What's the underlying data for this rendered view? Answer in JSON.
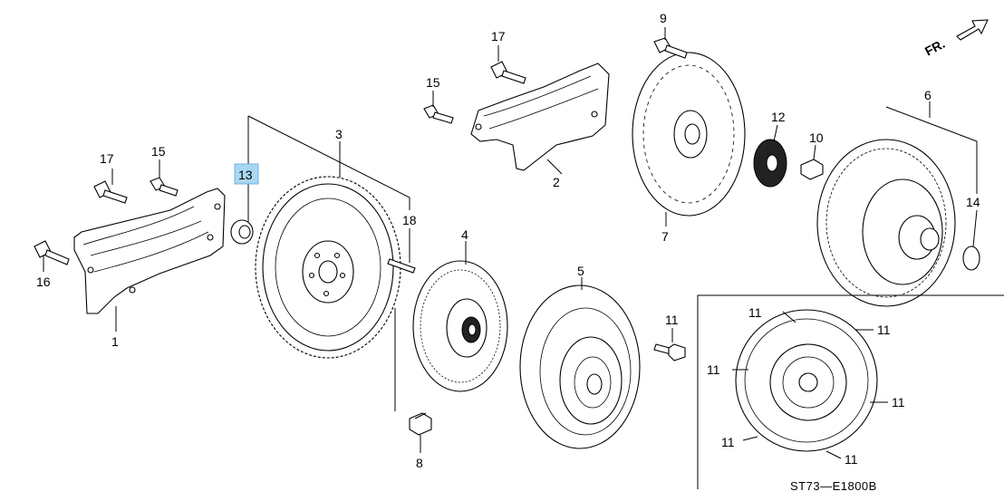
{
  "diagram": {
    "direction_label": "FR.",
    "drawing_code": "ST73—E1800B",
    "highlighted_part": "13",
    "callouts": [
      {
        "id": "c1",
        "label": "1"
      },
      {
        "id": "c2",
        "label": "2"
      },
      {
        "id": "c3",
        "label": "3"
      },
      {
        "id": "c4",
        "label": "4"
      },
      {
        "id": "c5",
        "label": "5"
      },
      {
        "id": "c6",
        "label": "6"
      },
      {
        "id": "c7",
        "label": "7"
      },
      {
        "id": "c8",
        "label": "8"
      },
      {
        "id": "c9",
        "label": "9"
      },
      {
        "id": "c10",
        "label": "10"
      },
      {
        "id": "c11a",
        "label": "11"
      },
      {
        "id": "c12",
        "label": "12"
      },
      {
        "id": "c13",
        "label": "13"
      },
      {
        "id": "c14",
        "label": "14"
      },
      {
        "id": "c15a",
        "label": "15"
      },
      {
        "id": "c15b",
        "label": "15"
      },
      {
        "id": "c16",
        "label": "16"
      },
      {
        "id": "c17a",
        "label": "17"
      },
      {
        "id": "c17b",
        "label": "17"
      },
      {
        "id": "c18",
        "label": "18"
      },
      {
        "id": "i11a",
        "label": "11"
      },
      {
        "id": "i11b",
        "label": "11"
      },
      {
        "id": "i11c",
        "label": "11"
      },
      {
        "id": "i11d",
        "label": "11"
      },
      {
        "id": "i11e",
        "label": "11"
      },
      {
        "id": "i11f",
        "label": "11"
      }
    ]
  },
  "colors": {
    "highlight_fill": "#a9d7f2",
    "line": "#000000",
    "background": "#ffffff"
  }
}
